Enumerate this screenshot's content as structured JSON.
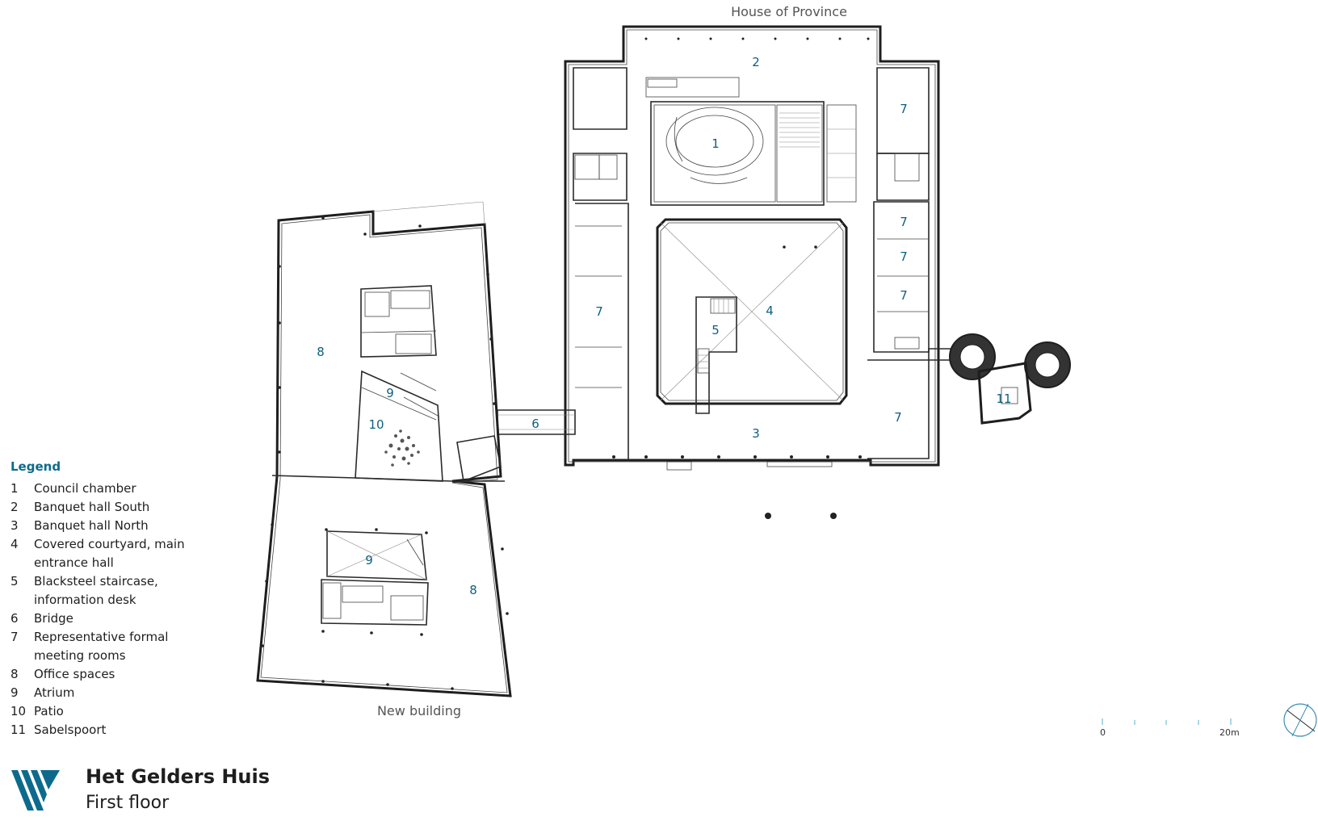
{
  "building_labels": {
    "house_of_province": "House of Province",
    "new_building": "New building"
  },
  "rooms": [
    {
      "id": "r1",
      "num": "1"
    },
    {
      "id": "r2",
      "num": "2"
    },
    {
      "id": "r3",
      "num": "3"
    },
    {
      "id": "r4",
      "num": "4"
    },
    {
      "id": "r5",
      "num": "5"
    },
    {
      "id": "r6",
      "num": "6"
    },
    {
      "id": "r7a",
      "num": "7"
    },
    {
      "id": "r7b",
      "num": "7"
    },
    {
      "id": "r7c",
      "num": "7"
    },
    {
      "id": "r7d",
      "num": "7"
    },
    {
      "id": "r7e",
      "num": "7"
    },
    {
      "id": "r7f",
      "num": "7"
    },
    {
      "id": "r8a",
      "num": "8"
    },
    {
      "id": "r8b",
      "num": "8"
    },
    {
      "id": "r9a",
      "num": "9"
    },
    {
      "id": "r9b",
      "num": "9"
    },
    {
      "id": "r10",
      "num": "10"
    },
    {
      "id": "r11",
      "num": "11"
    }
  ],
  "legend": {
    "title": "Legend",
    "items": [
      {
        "num": "1",
        "label": "Council chamber"
      },
      {
        "num": "2",
        "label": "Banquet hall South"
      },
      {
        "num": "3",
        "label": "Banquet hall North"
      },
      {
        "num": "4",
        "label": "Covered courtyard, main entrance hall"
      },
      {
        "num": "5",
        "label": "Blacksteel staircase, information desk"
      },
      {
        "num": "6",
        "label": "Bridge"
      },
      {
        "num": "7",
        "label": "Representative formal meeting rooms"
      },
      {
        "num": "8",
        "label": "Office spaces"
      },
      {
        "num": "9",
        "label": "Atrium"
      },
      {
        "num": "10",
        "label": "Patio"
      },
      {
        "num": "11",
        "label": "Sabelspoort"
      }
    ]
  },
  "scale_bar": {
    "start": "0",
    "end": "20m"
  },
  "title_block": {
    "project": "Het Gelders Huis",
    "floor": "First floor"
  },
  "colors": {
    "accent": "#0d6a8c",
    "room_number": "#0d5f80",
    "text": "#1e1e1e"
  },
  "icons": {
    "logo": "brand-logo-icon",
    "north": "north-arrow-icon"
  }
}
